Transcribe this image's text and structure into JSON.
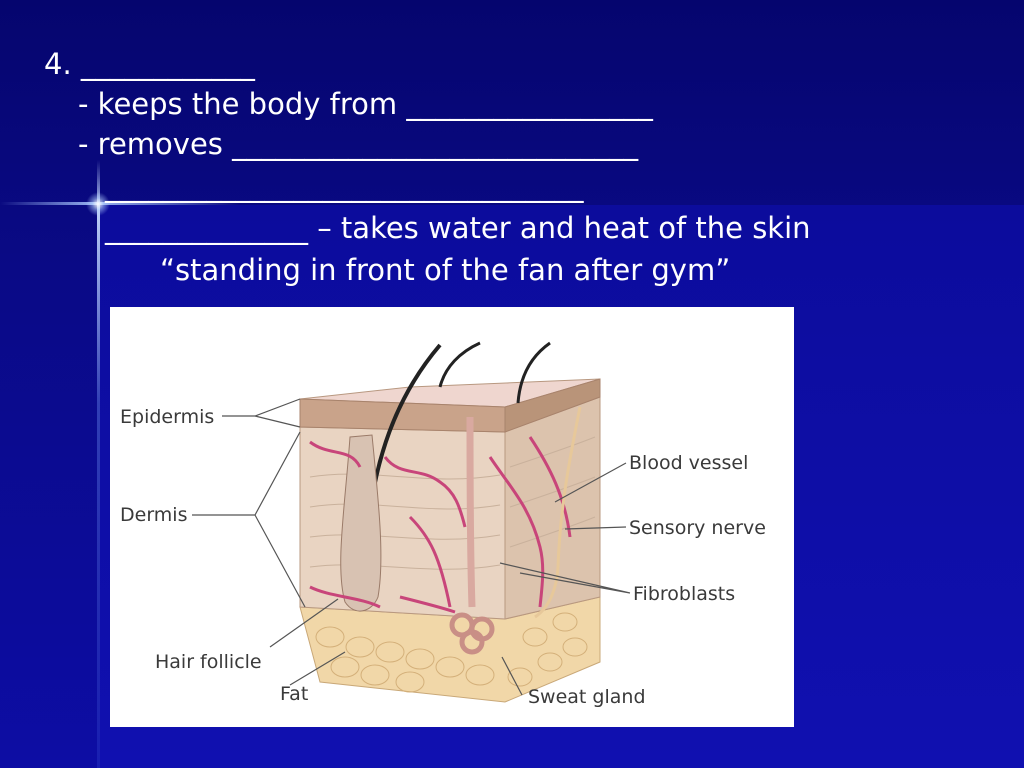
{
  "slide": {
    "lines": [
      "4. ____________",
      "- keeps the body from _________________",
      "- removes ____________________________",
      "_________________________________",
      "______________ – takes water and heat of the skin",
      "“standing in front of the fan after gym”"
    ]
  },
  "figure": {
    "labels": {
      "epidermis": "Epidermis",
      "dermis": "Dermis",
      "hair_follicle": "Hair follicle",
      "fat": "Fat",
      "blood_vessel": "Blood vessel",
      "sensory_nerve": "Sensory nerve",
      "fibroblasts": "Fibroblasts",
      "sweat_gland": "Sweat gland"
    }
  },
  "colors": {
    "background": "#0a0a8a",
    "text": "#ffffff",
    "blood_vessel": "#c8457a",
    "fat": "#f1d7a8",
    "dermis": "#e9d4c2"
  }
}
